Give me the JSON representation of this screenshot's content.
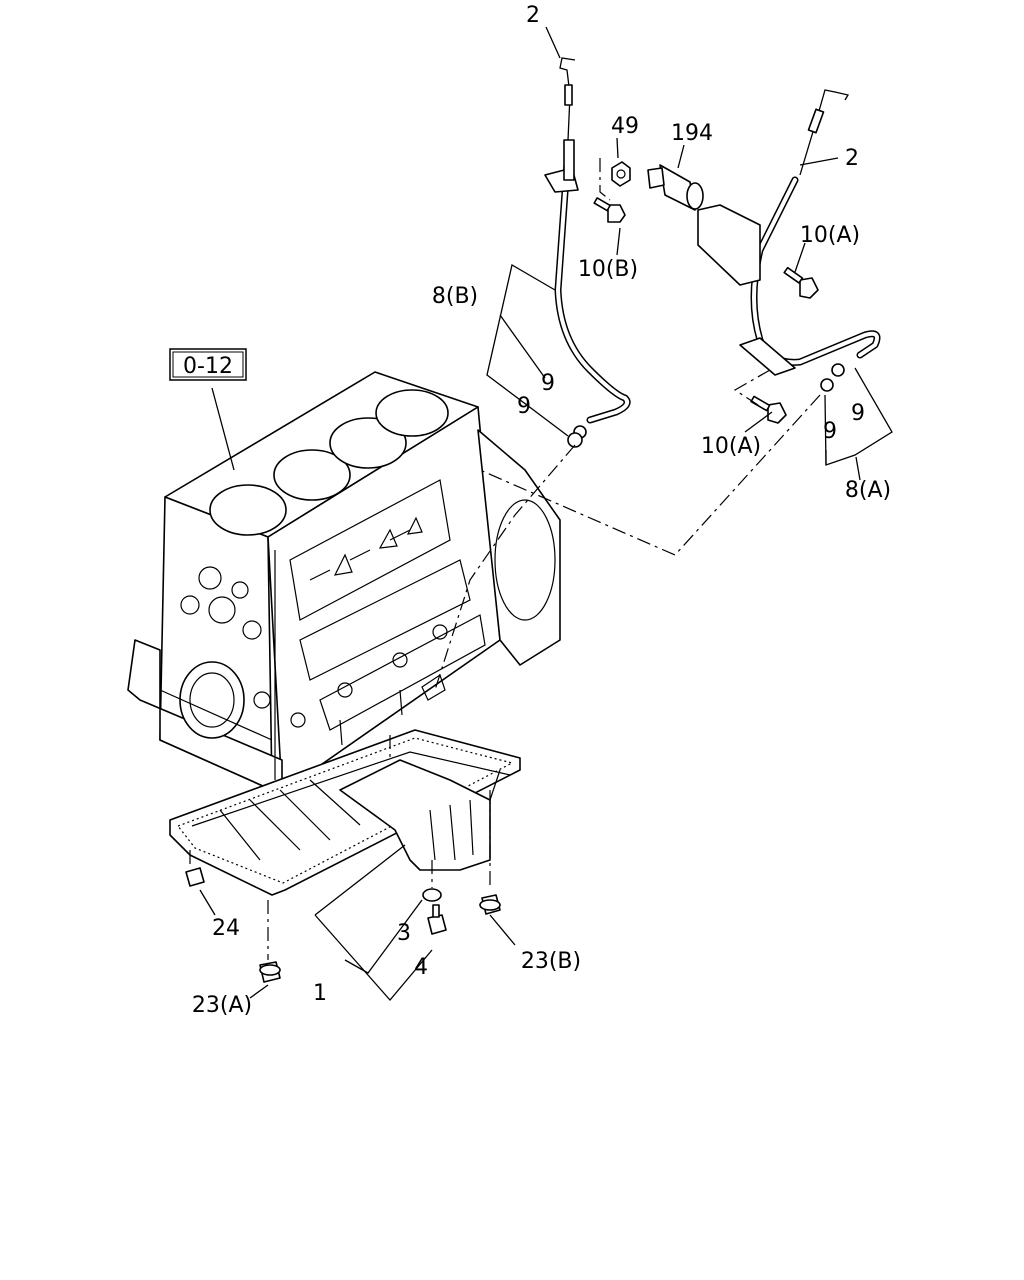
{
  "ref_box": "0-12",
  "labels": {
    "dipstick_top": "2",
    "dipstick_right": "2",
    "nut": "49",
    "guide": "194",
    "bolt_b": "10(B)",
    "bolt_a_top": "10(A)",
    "bolt_a_lower": "10(A)",
    "tube_b": "8(B)",
    "tube_a": "8(A)",
    "oring_b1": "9",
    "oring_b2": "9",
    "oring_a1": "9",
    "oring_a2": "9",
    "pan": "1",
    "washer": "3",
    "drain_plug": "4",
    "nut_pan": "24",
    "bolt_23a": "23(A)",
    "bolt_23b": "23(B)"
  }
}
